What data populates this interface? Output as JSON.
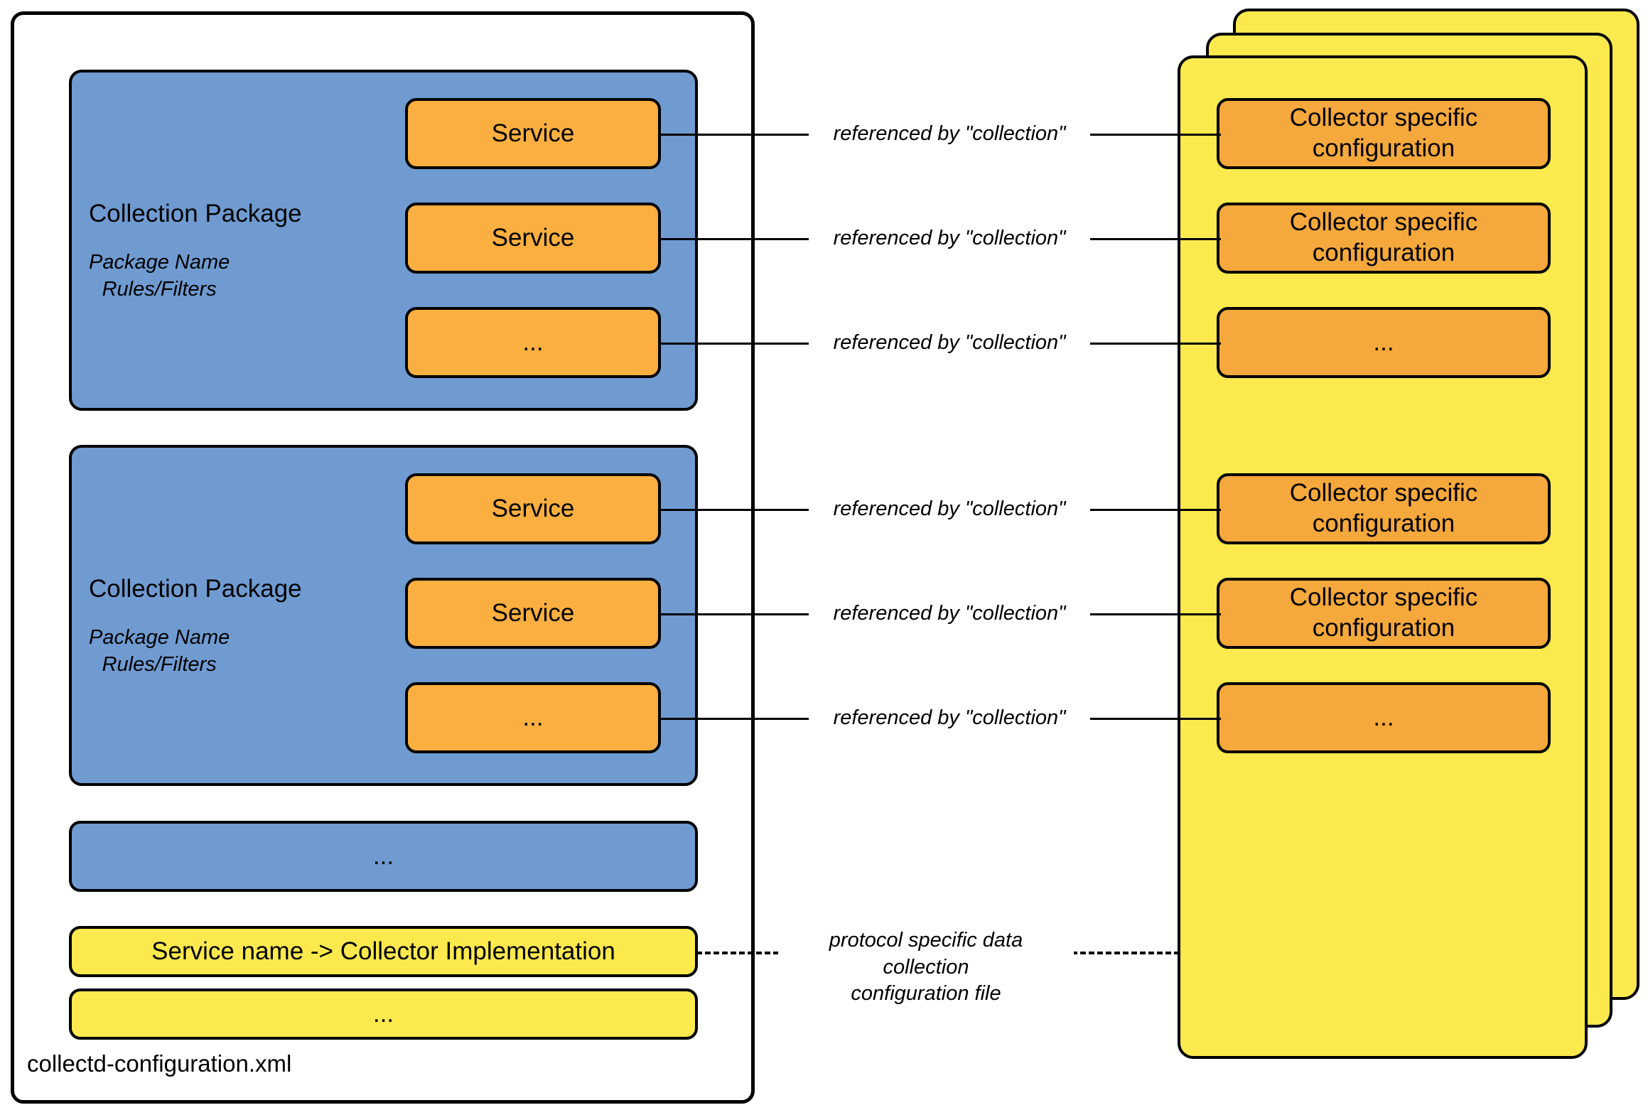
{
  "diagram": {
    "file_label": "collectd-configuration.xml",
    "packages": [
      {
        "title": "Collection Package",
        "sub_line1": "Package Name",
        "sub_line2": "Rules/Filters",
        "services": [
          "Service",
          "Service",
          "..."
        ]
      },
      {
        "title": "Collection Package",
        "sub_line1": "Package Name",
        "sub_line2": "Rules/Filters",
        "services": [
          "Service",
          "Service",
          "..."
        ]
      }
    ],
    "package_ellipsis": "...",
    "mapping_box": "Service name -> Collector Implementation",
    "mapping_ellipsis": "...",
    "connector_labels": [
      "referenced by \"collection\"",
      "referenced by \"collection\"",
      "referenced by \"collection\"",
      "referenced by \"collection\"",
      "referenced by \"collection\"",
      "referenced by \"collection\""
    ],
    "dashed_connector_label_line1": "protocol specific data collection",
    "dashed_connector_label_line2": "configuration file",
    "collector_configs": [
      "Collector specific configuration",
      "Collector specific configuration",
      "...",
      "Collector specific configuration",
      "Collector specific configuration",
      "..."
    ],
    "colors": {
      "package_blue": "#6F9BD1",
      "service_orange": "#FAAF40",
      "collector_orange": "#F5A83C",
      "config_yellow": "#FBE94E",
      "stroke": "#000000",
      "background": "#FFFFFF"
    }
  }
}
